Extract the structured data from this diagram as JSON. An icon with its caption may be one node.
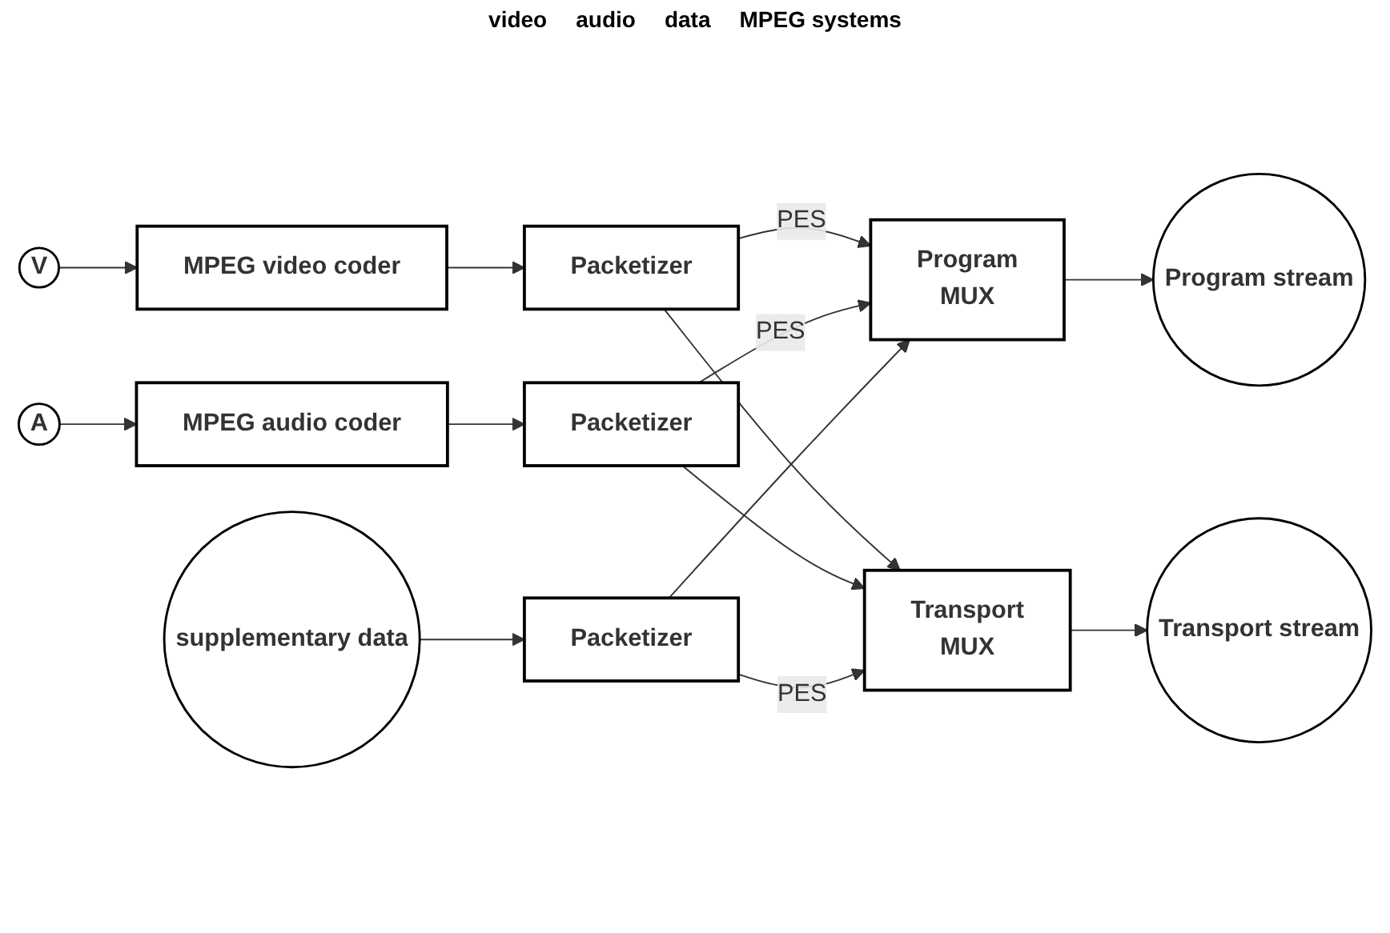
{
  "diagram": {
    "nodes": [
      {
        "text": [
          "V"
        ]
      },
      {
        "text": [
          "MPEG video coder"
        ]
      },
      {
        "text": [
          "A"
        ]
      },
      {
        "text": [
          "MPEG audio coder"
        ]
      },
      {
        "text": [
          "supplementary data"
        ]
      },
      {
        "text": [
          "Packetizer"
        ]
      },
      {
        "text": [
          "Packetizer"
        ]
      },
      {
        "text": [
          "Packetizer"
        ]
      },
      {
        "text": [
          "Program",
          "MUX"
        ]
      },
      {
        "text": [
          "Transport",
          "MUX"
        ]
      },
      {
        "text": [
          "Program stream"
        ]
      },
      {
        "text": [
          "Transport stream"
        ]
      }
    ],
    "edges": [
      {
        "from": 0,
        "to": 1,
        "arrow": "to"
      },
      {
        "from": 1,
        "to": 5,
        "arrow": "to"
      },
      {
        "from": 2,
        "to": 3,
        "arrow": "to"
      },
      {
        "from": 3,
        "to": 6,
        "arrow": "to"
      },
      {
        "from": 4,
        "to": 7,
        "arrow": "to"
      },
      {
        "from": 5,
        "to": 8,
        "arrow": "to",
        "label": "PES"
      },
      {
        "from": 5,
        "to": 9,
        "arrow": "to"
      },
      {
        "from": 6,
        "to": 8,
        "arrow": "to",
        "label": "PES"
      },
      {
        "from": 6,
        "to": 9,
        "arrow": "to"
      },
      {
        "from": 7,
        "to": 8,
        "arrow": "to"
      },
      {
        "from": 7,
        "to": 9,
        "arrow": "to",
        "label": "PES"
      },
      {
        "from": 8,
        "to": 10,
        "arrow": "to"
      },
      {
        "from": 9,
        "to": 11,
        "arrow": "to"
      }
    ],
    "labels": [
      "video",
      "audio",
      "data",
      "MPEG systems"
    ]
  }
}
